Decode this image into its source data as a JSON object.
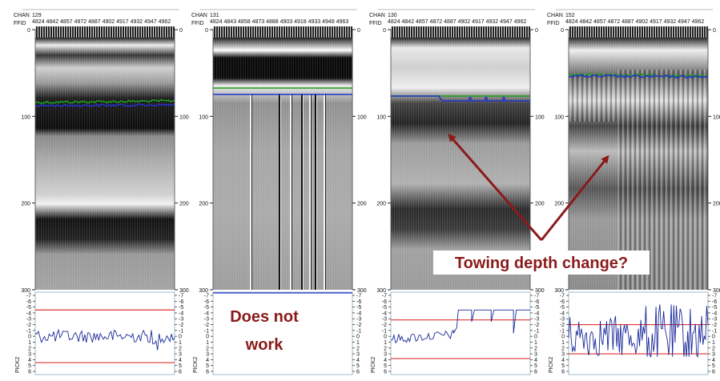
{
  "panels": [
    {
      "chan_label": "CHAN",
      "chan_value": "129",
      "ffid_label": "FFID",
      "ffid_values": "4824 4842 4857 4872 4887 4902 4917 4932 4947 4962",
      "time_ticks": [
        "0",
        "100",
        "200",
        "300"
      ],
      "pick_ticks": [
        "-7",
        "-6",
        "-5",
        "-4",
        "-3",
        "-2",
        "-1",
        "0",
        "1",
        "2",
        "3",
        "4",
        "5",
        "6"
      ],
      "pick_axis_label": "PICK2"
    },
    {
      "chan_label": "CHAN",
      "chan_value": "131",
      "ffid_label": "FFID",
      "ffid_values": "4824 4843 4858 4873 4888 4903 4918 4933 4948 4963",
      "time_ticks": [
        "0",
        "100",
        "200",
        "300"
      ],
      "pick_ticks": [
        "-7",
        "-6",
        "-5",
        "-4",
        "-3",
        "-2",
        "-1",
        "0",
        "1",
        "2",
        "3",
        "4",
        "5",
        "6"
      ],
      "pick_axis_label": "PICK2"
    },
    {
      "chan_label": "CHAN",
      "chan_value": "130",
      "ffid_label": "FFID",
      "ffid_values": "4824 4842 4857 4872 4887 4902 4917 4932 4947 4962",
      "time_ticks": [
        "0",
        "100",
        "200",
        "300"
      ],
      "pick_ticks": [
        "-7",
        "-6",
        "-5",
        "-4",
        "-3",
        "-2",
        "-1",
        "0",
        "1",
        "2",
        "3",
        "4",
        "5",
        "6"
      ],
      "pick_axis_label": "PICK2"
    },
    {
      "chan_label": "CHAN",
      "chan_value": "152",
      "ffid_label": "FFID",
      "ffid_values": "4824 4842 4857 4872 4887 4902 4917 4932 4947 4962",
      "time_ticks": [
        "0",
        "100",
        "200",
        "300"
      ],
      "pick_ticks": [
        "-7",
        "-6",
        "-5",
        "-4",
        "-3",
        "-2",
        "-1",
        "0",
        "1",
        "2",
        "3",
        "4",
        "5",
        "6"
      ],
      "pick_axis_label": "PICK2"
    }
  ],
  "annotations": {
    "does_not_work_line1": "Does not",
    "does_not_work_line2": "work",
    "towing_depth": "Towing depth change?"
  },
  "colors": {
    "annotation_red": "#8b1a1a",
    "pick_green": "#1aa01a",
    "pick_blue": "#2233cc",
    "limit_red": "#e03030",
    "trace_blue": "#1a2a9a"
  }
}
